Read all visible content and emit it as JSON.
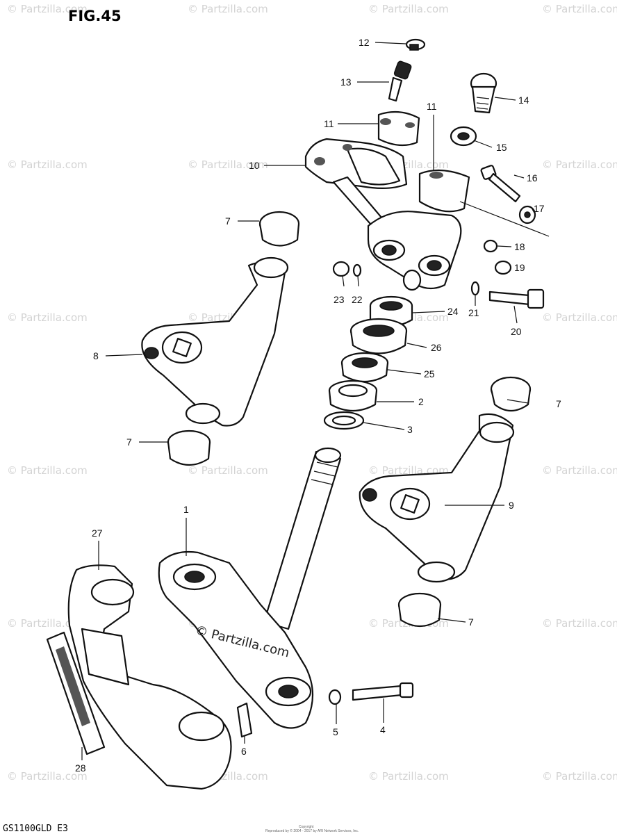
{
  "figure": {
    "title": "FIG.45",
    "model_code": "GS1100GLD E3",
    "footer_line1": "Copyright",
    "footer_line2": "Reproduced by © 2004 - 2017 by ARI Network Services, Inc."
  },
  "watermark": {
    "text": "© Partzilla.com",
    "center_text": "© Partzilla.com"
  },
  "callouts": [
    {
      "id": "c1",
      "number": "1"
    },
    {
      "id": "c2",
      "number": "2"
    },
    {
      "id": "c3",
      "number": "3"
    },
    {
      "id": "c4",
      "number": "4"
    },
    {
      "id": "c5",
      "number": "5"
    },
    {
      "id": "c6",
      "number": "6"
    },
    {
      "id": "c7a",
      "number": "7"
    },
    {
      "id": "c7b",
      "number": "7"
    },
    {
      "id": "c7c",
      "number": "7"
    },
    {
      "id": "c7d",
      "number": "7"
    },
    {
      "id": "c8",
      "number": "8"
    },
    {
      "id": "c9",
      "number": "9"
    },
    {
      "id": "c10",
      "number": "10"
    },
    {
      "id": "c11a",
      "number": "11"
    },
    {
      "id": "c11b",
      "number": "11"
    },
    {
      "id": "c12",
      "number": "12"
    },
    {
      "id": "c13",
      "number": "13"
    },
    {
      "id": "c14",
      "number": "14"
    },
    {
      "id": "c15",
      "number": "15"
    },
    {
      "id": "c16",
      "number": "16"
    },
    {
      "id": "c17",
      "number": "17"
    },
    {
      "id": "c18",
      "number": "18"
    },
    {
      "id": "c19",
      "number": "19"
    },
    {
      "id": "c20",
      "number": "20"
    },
    {
      "id": "c21",
      "number": "21"
    },
    {
      "id": "c22",
      "number": "22"
    },
    {
      "id": "c23",
      "number": "23"
    },
    {
      "id": "c24",
      "number": "24"
    },
    {
      "id": "c25",
      "number": "25"
    },
    {
      "id": "c26",
      "number": "26"
    },
    {
      "id": "c27",
      "number": "27"
    },
    {
      "id": "c28",
      "number": "28"
    }
  ]
}
